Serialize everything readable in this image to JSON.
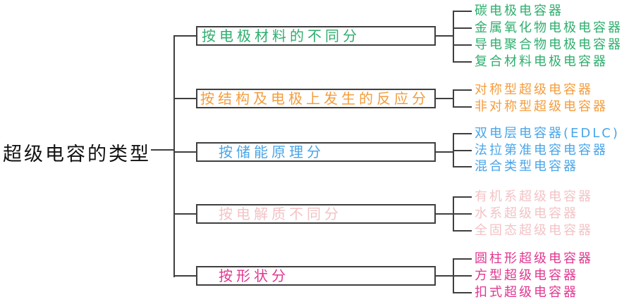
{
  "tree": {
    "root": "超级电容的类型",
    "line_color": "#3f3f3f",
    "branches": [
      {
        "label": "按电极材料的不同分",
        "color": "#2fae6e",
        "children": [
          "碳电极电容器",
          "金属氧化物电极电容器",
          "导电聚合物电极电容器",
          "复合材料电极电容器"
        ]
      },
      {
        "label": "按结构及电极上发生的反应分",
        "color": "#f49d3d",
        "children": [
          "对称型超级电容器",
          "非对称型超级电容器"
        ]
      },
      {
        "label": "按储能原理分",
        "color": "#4aa5e8",
        "children": [
          "双电层电容器(EDLC)",
          "法拉第准电容电容器",
          "混合类型电容器"
        ]
      },
      {
        "label": "按电解质不同分",
        "color": "#f3c3c6",
        "children": [
          "有机系超级电容器",
          "水系超级电容器",
          "全固态超级电容器"
        ]
      },
      {
        "label": "按形状分",
        "color": "#e23690",
        "children": [
          "圆柱形超级电容器",
          "方型超级电容器",
          "扣式超级电容器"
        ]
      }
    ]
  }
}
